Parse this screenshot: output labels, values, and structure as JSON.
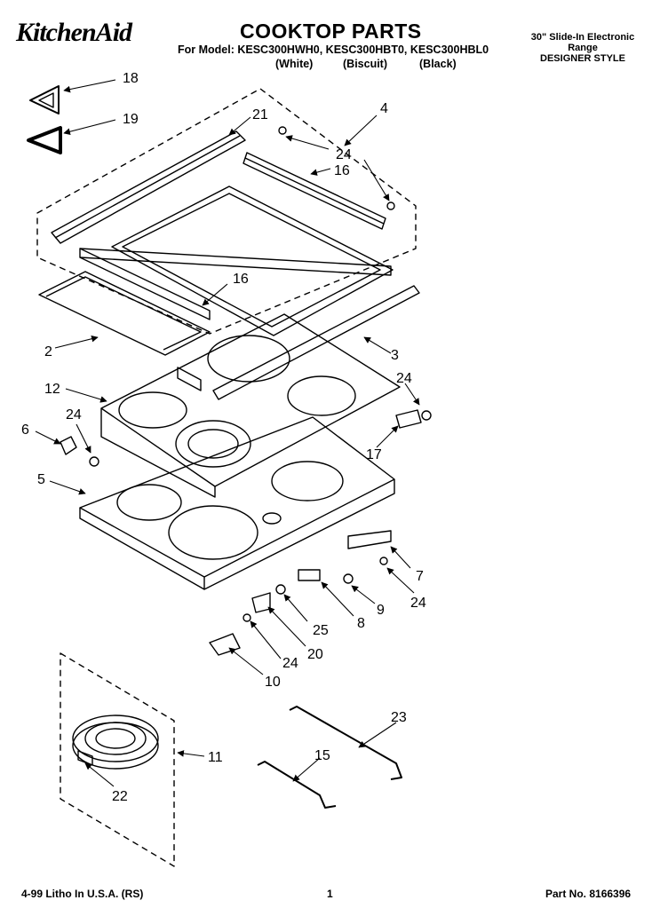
{
  "header": {
    "brand": "KitchenAid",
    "title": "COOKTOP PARTS",
    "model_line": "For Model: KESC300HWH0, KESC300HBT0, KESC300HBL0",
    "finishes": [
      "(White)",
      "(Biscuit)",
      "(Black)"
    ],
    "product": [
      "30\" Slide-In Electronic",
      "Range",
      "DESIGNER STYLE"
    ]
  },
  "callouts": {
    "p18": "18",
    "p19": "19",
    "p21": "21",
    "p4": "4",
    "p24a": "24",
    "p16a": "16",
    "p16b": "16",
    "p2": "2",
    "p3": "3",
    "p12": "12",
    "p24b": "24",
    "p24c": "24",
    "p6": "6",
    "p17": "17",
    "p5": "5",
    "p7": "7",
    "p9": "9",
    "p24d": "24",
    "p8": "8",
    "p25": "25",
    "p20": "20",
    "p24e": "24",
    "p10": "10",
    "p23": "23",
    "p11": "11",
    "p15": "15",
    "p22": "22"
  },
  "footer": {
    "litho": "4-99 Litho In U.S.A. (RS)",
    "page": "1",
    "part_no": "Part No. 8166396"
  }
}
